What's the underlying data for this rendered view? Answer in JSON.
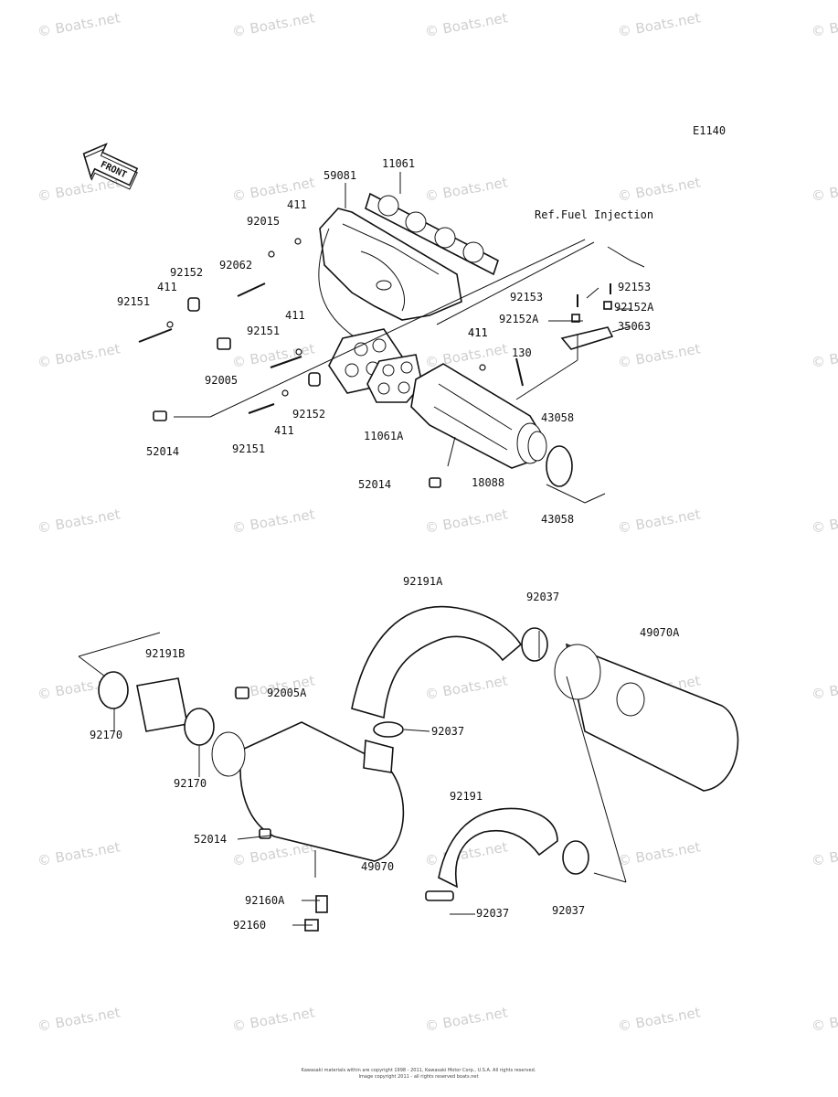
{
  "diagram_code": "E1140",
  "front_label": "FRONT",
  "ref_note": "Ref.Fuel Injection",
  "watermark": "© Boats.net",
  "footer": [
    "Kawasaki materials within are copyright 1998 - 2011, Kawasaki Motor Corp., U.S.A. All rights reserved.",
    "Image copyright 2011 - all rights reserved boats.net"
  ],
  "labels": [
    "11061",
    "59081",
    "411",
    "92015",
    "92062",
    "92152",
    "411",
    "92151",
    "411",
    "92151",
    "92005",
    "411",
    "92152",
    "11061A",
    "92151",
    "411",
    "52014",
    "411",
    "130",
    "92153",
    "92153",
    "92152A",
    "92152A",
    "35063",
    "43058",
    "43058",
    "18088",
    "52014",
    "92191A",
    "92037",
    "49070A",
    "92191B",
    "92005A",
    "92170",
    "92170",
    "92037",
    "92191",
    "52014",
    "49070",
    "92160A",
    "92160",
    "92037",
    "92037"
  ]
}
